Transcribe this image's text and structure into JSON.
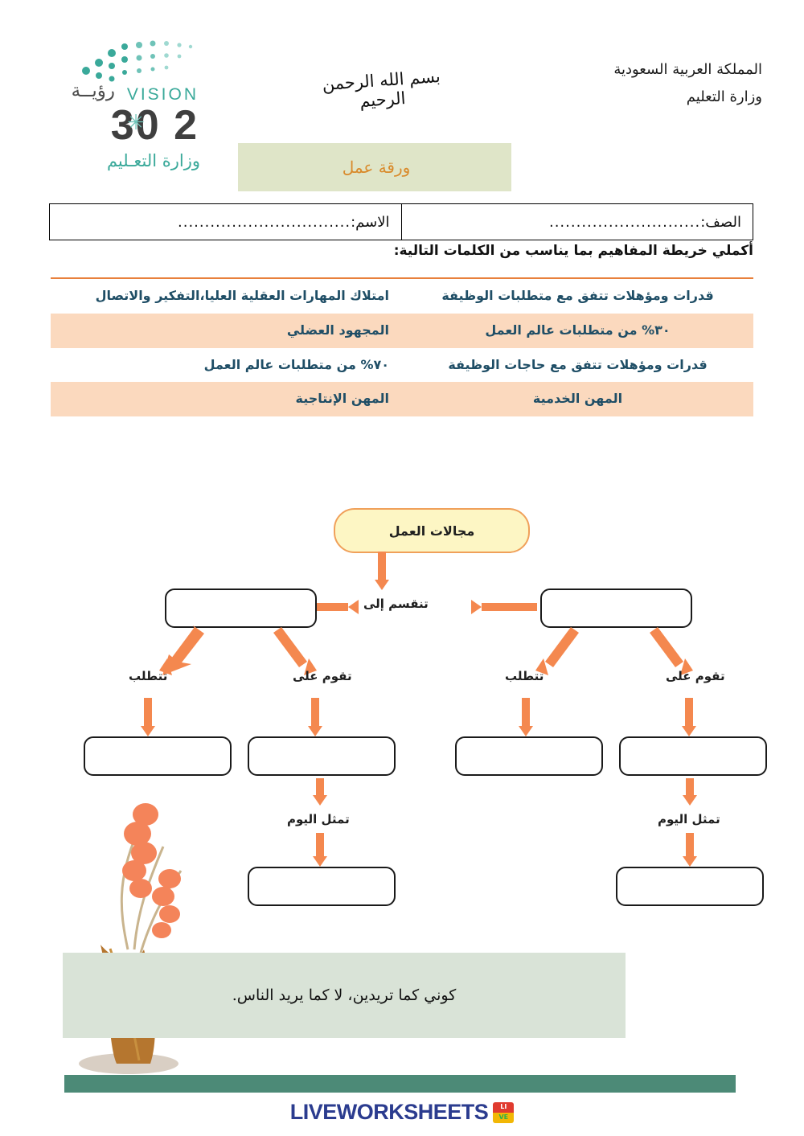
{
  "header": {
    "country": "المملكة العربية السعودية",
    "ministry": "وزارة التعليم",
    "basmala": "بسم الله الرحمن الرحيم",
    "worksheet_title": "ورقة عمل",
    "logo": {
      "vision_word": "VISION",
      "roya": "رؤيــة",
      "number": "2 30",
      "ministry_ar": "وزارة التعـليم",
      "accent_color": "#3aa99a",
      "dark_color": "#3f3f3f"
    }
  },
  "id_row": {
    "name_label": "الاسم:",
    "name_value": "................................",
    "class_label": "الصف:",
    "class_value": "............................"
  },
  "instruction": "أكملي خريطة المفاهيم بما يناسب من الكلمات التالية:",
  "word_table": {
    "rows": [
      {
        "right": "امتلاك المهارات العقلية العليا،التفكير والاتصال",
        "left": "قدرات ومؤهلات تتفق مع متطلبات الوظيفة",
        "band": false
      },
      {
        "right": "المجهود العضلي",
        "left": "٣٠% من متطلبات عالم العمل",
        "band": true
      },
      {
        "right": "٧٠% من متطلبات عالم العمل",
        "left": "قدرات ومؤهلات تتفق مع حاجات الوظيفة",
        "band": false
      },
      {
        "right": "المهن الإنتاجية",
        "left": "المهن الخدمية",
        "band": true
      }
    ]
  },
  "concept_map": {
    "root": "مجالات العمل",
    "split_label": "تنقسم إلى",
    "branch_labels": {
      "requires": "تتطلب",
      "based_on": "تقوم على",
      "today": "تمثل اليوم"
    },
    "empty_boxes": 8
  },
  "quote": "كوني كما تريدين، لا كما يريد الناس.",
  "footer": {
    "brand": "LIVEWORKSHEETS",
    "badge_letters": [
      "LI",
      "VE"
    ],
    "badge_colors": [
      "#e03b2f",
      "#f2b705",
      "#2bb14a"
    ],
    "brand_color": "#2b3c8f"
  },
  "colors": {
    "band": "#fbd9be",
    "table_text": "#1f4e66",
    "arrow": "#f4884f",
    "quote_bg": "#d9e3d7",
    "title_bg": "#dfe5c8",
    "green_bar": "#4c8a77"
  }
}
